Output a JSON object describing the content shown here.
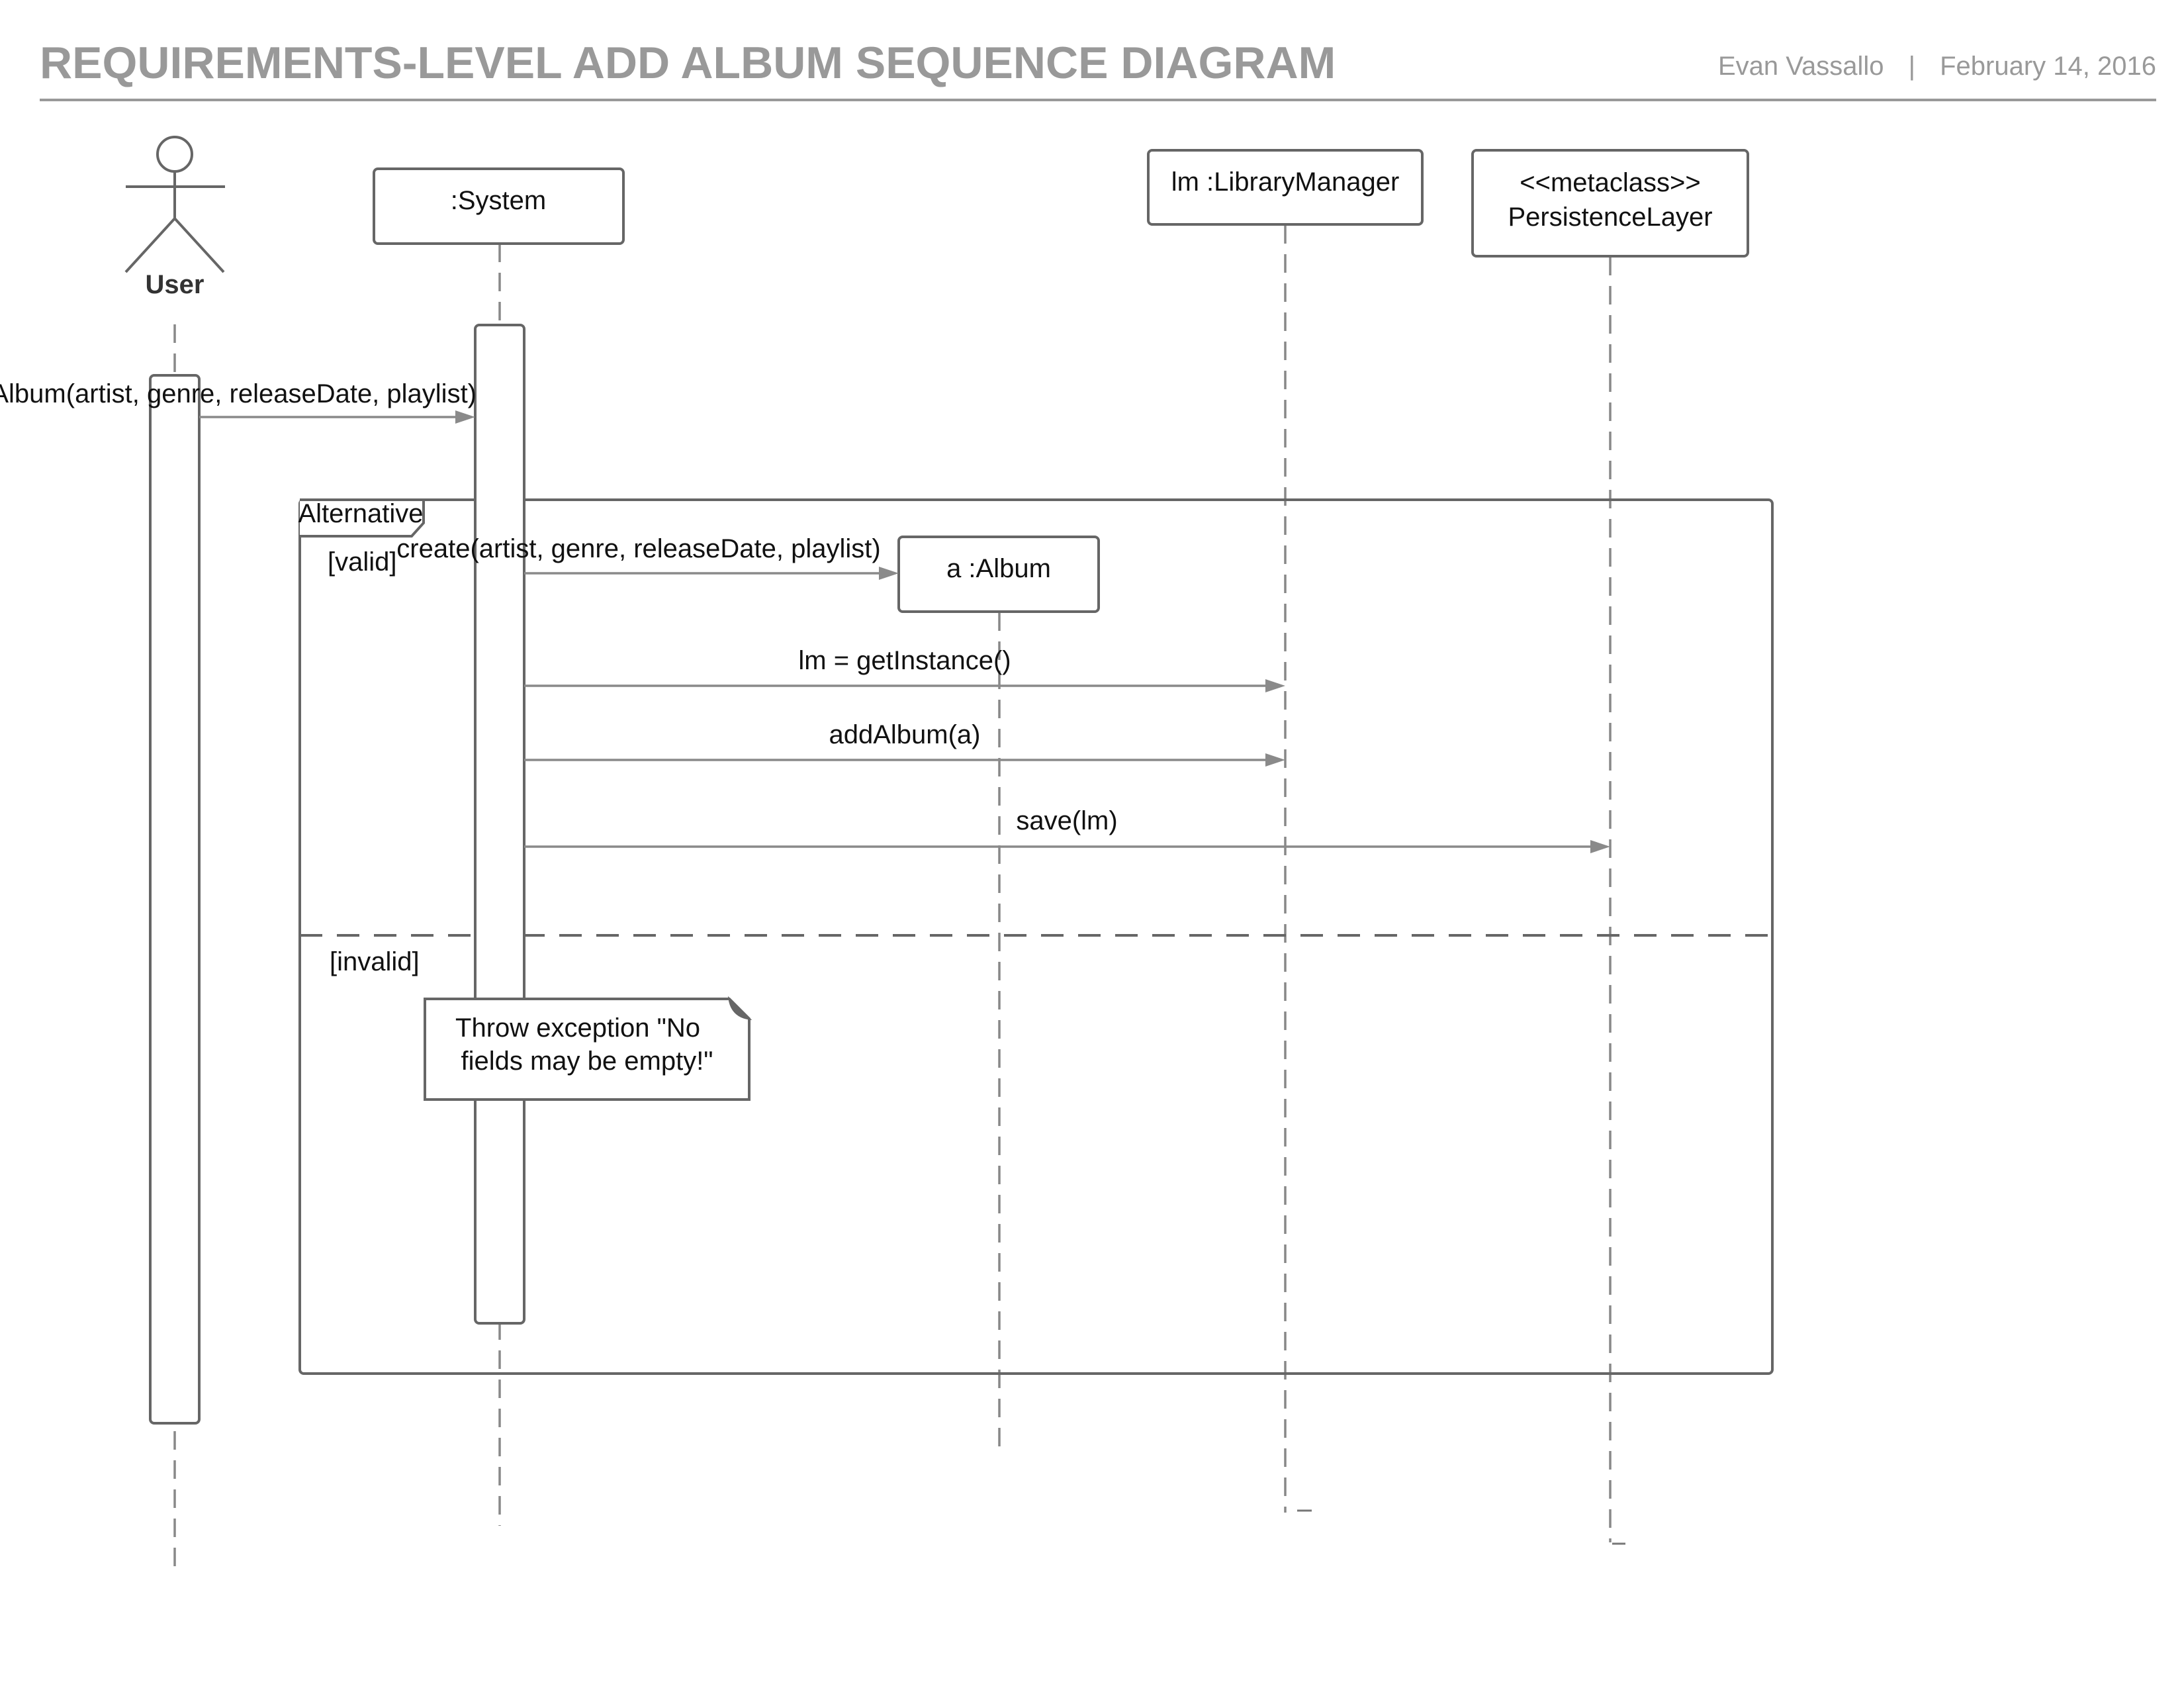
{
  "header": {
    "title": "REQUIREMENTS-LEVEL ADD ALBUM SEQUENCE DIAGRAM",
    "author": "Evan Vassallo",
    "separator": "|",
    "date": "February 14, 2016"
  },
  "participants": {
    "user": "User",
    "system": ":System",
    "album": "a :Album",
    "library_manager": "lm :LibraryManager",
    "persistence_stereotype": "<<metaclass>>",
    "persistence_name": "PersistenceLayer"
  },
  "messages": {
    "add_album": "addAlbum(artist, genre, releaseDate, playlist)",
    "create": "create(artist, genre, releaseDate, playlist)",
    "get_instance": "lm = getInstance()",
    "add_album_a": "addAlbum(a)",
    "save": "save(lm)"
  },
  "fragment": {
    "operator": "Alternative",
    "guard_valid": "[valid]",
    "guard_invalid": "[invalid]"
  },
  "note": {
    "line1": "Throw exception \"No",
    "line2": "fields may be empty!\""
  },
  "colors": {
    "title": "#999999",
    "stroke": "#666666",
    "arrow": "#8a8a8a",
    "text": "#111111"
  }
}
